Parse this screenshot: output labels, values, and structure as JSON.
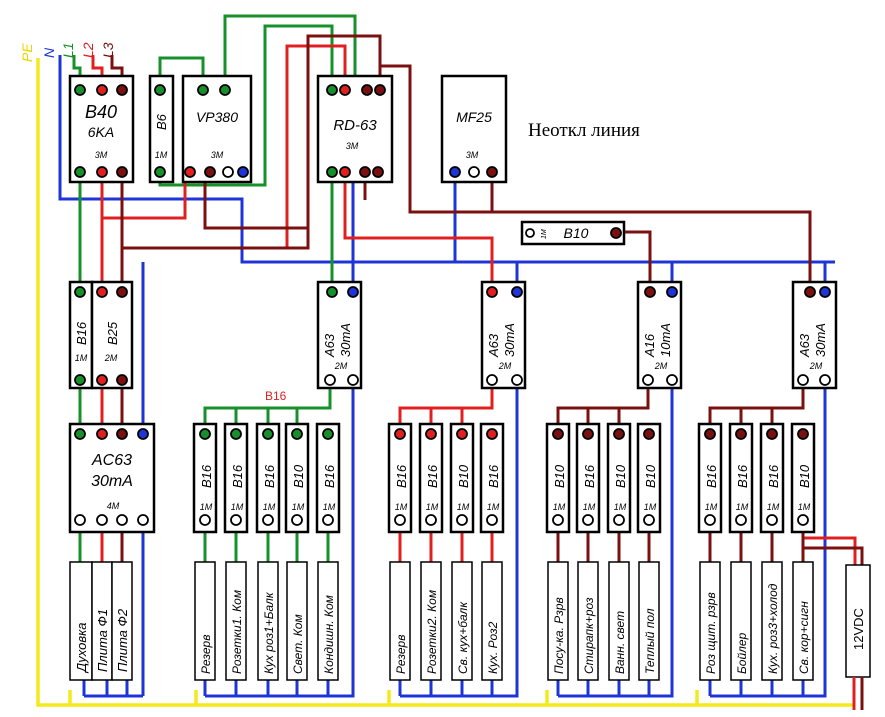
{
  "colors": {
    "pe": "#f2ea1a",
    "n": "#1e34d6",
    "l1": "#16902a",
    "l2": "#e02020",
    "l3": "#7a1010",
    "box": "#000000"
  },
  "phases": {
    "pe": "PE",
    "n": "N",
    "l1": "L1",
    "l2": "L2",
    "l3": "L3"
  },
  "top": {
    "b40_line1": "B40",
    "b40_line2": "6KA",
    "b40_mod": "3M",
    "b6": "B6",
    "b6_mod": "1M",
    "vp380": "VP380",
    "vp380_mod": "3M",
    "rd63": "RD-63",
    "rd63_mod": "3M",
    "mf25": "MF25",
    "mf25_mod": "3M",
    "neotkl": "Неоткл линия",
    "b10_inline": "B10",
    "b10_inline_pre": "1M"
  },
  "middle": {
    "b16": "B16",
    "b16_mod": "1M",
    "b25": "B25",
    "b25_mod": "2M",
    "ac63_line1": "AC63",
    "ac63_line2": "30mA",
    "ac63_mod": "4M",
    "rcd": [
      {
        "line1": "A63",
        "line2": "30mA",
        "mod": "2M"
      },
      {
        "line1": "A63",
        "line2": "30mA",
        "mod": "2M"
      },
      {
        "line1": "A16",
        "line2": "10mA",
        "mod": "2M"
      },
      {
        "line1": "A63",
        "line2": "30mA",
        "mod": "2M"
      }
    ],
    "group_label": "B16"
  },
  "groups": [
    {
      "breakers": [
        {
          "label": "B16",
          "mod": "1M"
        },
        {
          "label": "B16",
          "mod": "1M"
        },
        {
          "label": "B16",
          "mod": "1M"
        },
        {
          "label": "B10",
          "mod": "1M"
        },
        {
          "label": "B16",
          "mod": "1M"
        }
      ],
      "loads": [
        "Резерв",
        "Розетки1. Ком",
        "Кух роз1+Балк",
        "Свет. Ком",
        "Кондишн. Ком"
      ]
    },
    {
      "breakers": [
        {
          "label": "B16",
          "mod": "1M"
        },
        {
          "label": "B16",
          "mod": "1M"
        },
        {
          "label": "B10",
          "mod": "1M"
        },
        {
          "label": "B16",
          "mod": "1M"
        }
      ],
      "loads": [
        "Резерв",
        "Розетки2. Ком",
        "Св. кух+балк",
        "Кух. Роз2"
      ]
    },
    {
      "breakers": [
        {
          "label": "B10",
          "mod": "1M"
        },
        {
          "label": "B16",
          "mod": "1M"
        },
        {
          "label": "B10",
          "mod": "1M"
        },
        {
          "label": "B10",
          "mod": "1M"
        }
      ],
      "loads": [
        "Посу-ка. Рзрв",
        "Стирапк+роз",
        "Ванн. свет",
        "Теплый пол"
      ]
    },
    {
      "breakers": [
        {
          "label": "B16",
          "mod": "1M"
        },
        {
          "label": "B16",
          "mod": "1M"
        },
        {
          "label": "B16",
          "mod": "1M"
        },
        {
          "label": "B10",
          "mod": "1M"
        }
      ],
      "loads": [
        "Роз щит. рзрв",
        "Бойлер",
        "Кух. роз3+холод",
        "Св. кор+сигн"
      ]
    }
  ],
  "left_loads": [
    "Духовка",
    "Плита Ф1",
    "Плита Ф2"
  ],
  "psu": "12VDC"
}
